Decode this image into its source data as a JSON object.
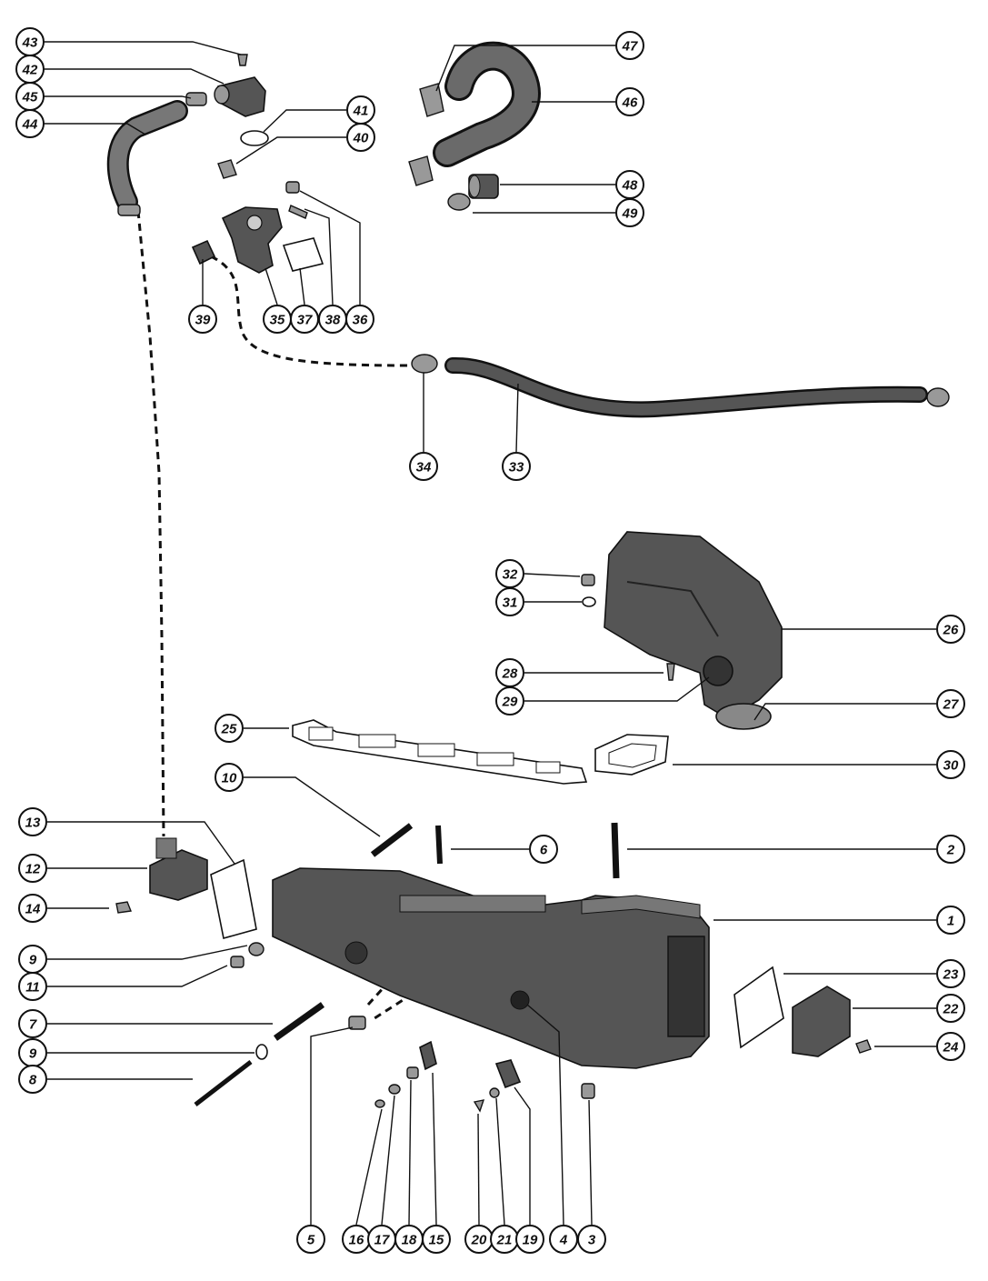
{
  "diagram": {
    "callouts": [
      {
        "id": "c43",
        "label": "43"
      },
      {
        "id": "c42",
        "label": "42"
      },
      {
        "id": "c45",
        "label": "45"
      },
      {
        "id": "c44",
        "label": "44"
      },
      {
        "id": "c47",
        "label": "47"
      },
      {
        "id": "c46",
        "label": "46"
      },
      {
        "id": "c41",
        "label": "41"
      },
      {
        "id": "c40",
        "label": "40"
      },
      {
        "id": "c48",
        "label": "48"
      },
      {
        "id": "c49",
        "label": "49"
      },
      {
        "id": "c39",
        "label": "39"
      },
      {
        "id": "c35",
        "label": "35"
      },
      {
        "id": "c37",
        "label": "37"
      },
      {
        "id": "c38",
        "label": "38"
      },
      {
        "id": "c36",
        "label": "36"
      },
      {
        "id": "c34",
        "label": "34"
      },
      {
        "id": "c33",
        "label": "33"
      },
      {
        "id": "c32",
        "label": "32"
      },
      {
        "id": "c31",
        "label": "31"
      },
      {
        "id": "c26",
        "label": "26"
      },
      {
        "id": "c28",
        "label": "28"
      },
      {
        "id": "c29",
        "label": "29"
      },
      {
        "id": "c27",
        "label": "27"
      },
      {
        "id": "c25",
        "label": "25"
      },
      {
        "id": "c30",
        "label": "30"
      },
      {
        "id": "c10",
        "label": "10"
      },
      {
        "id": "c6",
        "label": "6"
      },
      {
        "id": "c2",
        "label": "2"
      },
      {
        "id": "c13",
        "label": "13"
      },
      {
        "id": "c12",
        "label": "12"
      },
      {
        "id": "c14",
        "label": "14"
      },
      {
        "id": "c1",
        "label": "1"
      },
      {
        "id": "c9a",
        "label": "9"
      },
      {
        "id": "c11",
        "label": "11"
      },
      {
        "id": "c23",
        "label": "23"
      },
      {
        "id": "c22",
        "label": "22"
      },
      {
        "id": "c7",
        "label": "7"
      },
      {
        "id": "c9b",
        "label": "9"
      },
      {
        "id": "c24",
        "label": "24"
      },
      {
        "id": "c8",
        "label": "8"
      },
      {
        "id": "c5",
        "label": "5"
      },
      {
        "id": "c16",
        "label": "16"
      },
      {
        "id": "c17",
        "label": "17"
      },
      {
        "id": "c18",
        "label": "18"
      },
      {
        "id": "c15",
        "label": "15"
      },
      {
        "id": "c20",
        "label": "20"
      },
      {
        "id": "c21",
        "label": "21"
      },
      {
        "id": "c19",
        "label": "19"
      },
      {
        "id": "c4",
        "label": "4"
      },
      {
        "id": "c3",
        "label": "3"
      }
    ]
  }
}
